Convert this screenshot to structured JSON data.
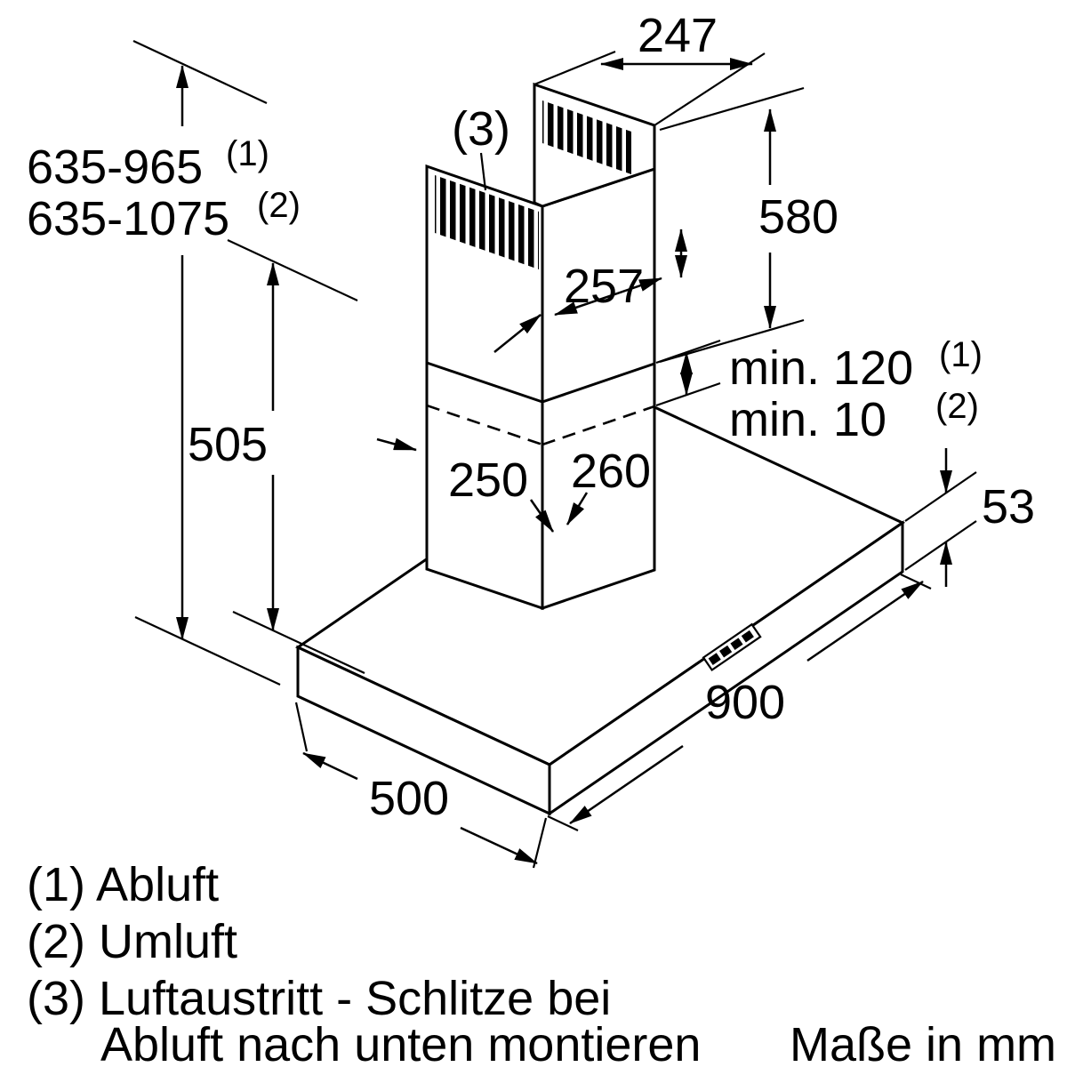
{
  "page": {
    "background": "#ffffff",
    "line_color": "#000000"
  },
  "drawing": {
    "callout": "(3)",
    "dims": {
      "top_depth": "247",
      "upper_duct_height": "580",
      "upper_duct_depth": "257",
      "height_range_1": "635-965",
      "height_range_1_ref": "(1)",
      "height_range_2": "635-1075",
      "height_range_2_ref": "(2)",
      "overlap_1": "min. 120",
      "overlap_1_ref": "(1)",
      "overlap_2": "min. 10",
      "overlap_2_ref": "(2)",
      "lower_duct_height": "505",
      "duct_depth": "250",
      "duct_width": "260",
      "body_height": "53",
      "body_width": "900",
      "body_depth": "500"
    },
    "legend": {
      "item_1": "(1) Abluft",
      "item_2": "(2) Umluft",
      "item_3": "(3) Luftaustritt - Schlitze bei",
      "item_3_cont": "Abluft nach unten montieren",
      "units": "Maße in mm"
    }
  }
}
